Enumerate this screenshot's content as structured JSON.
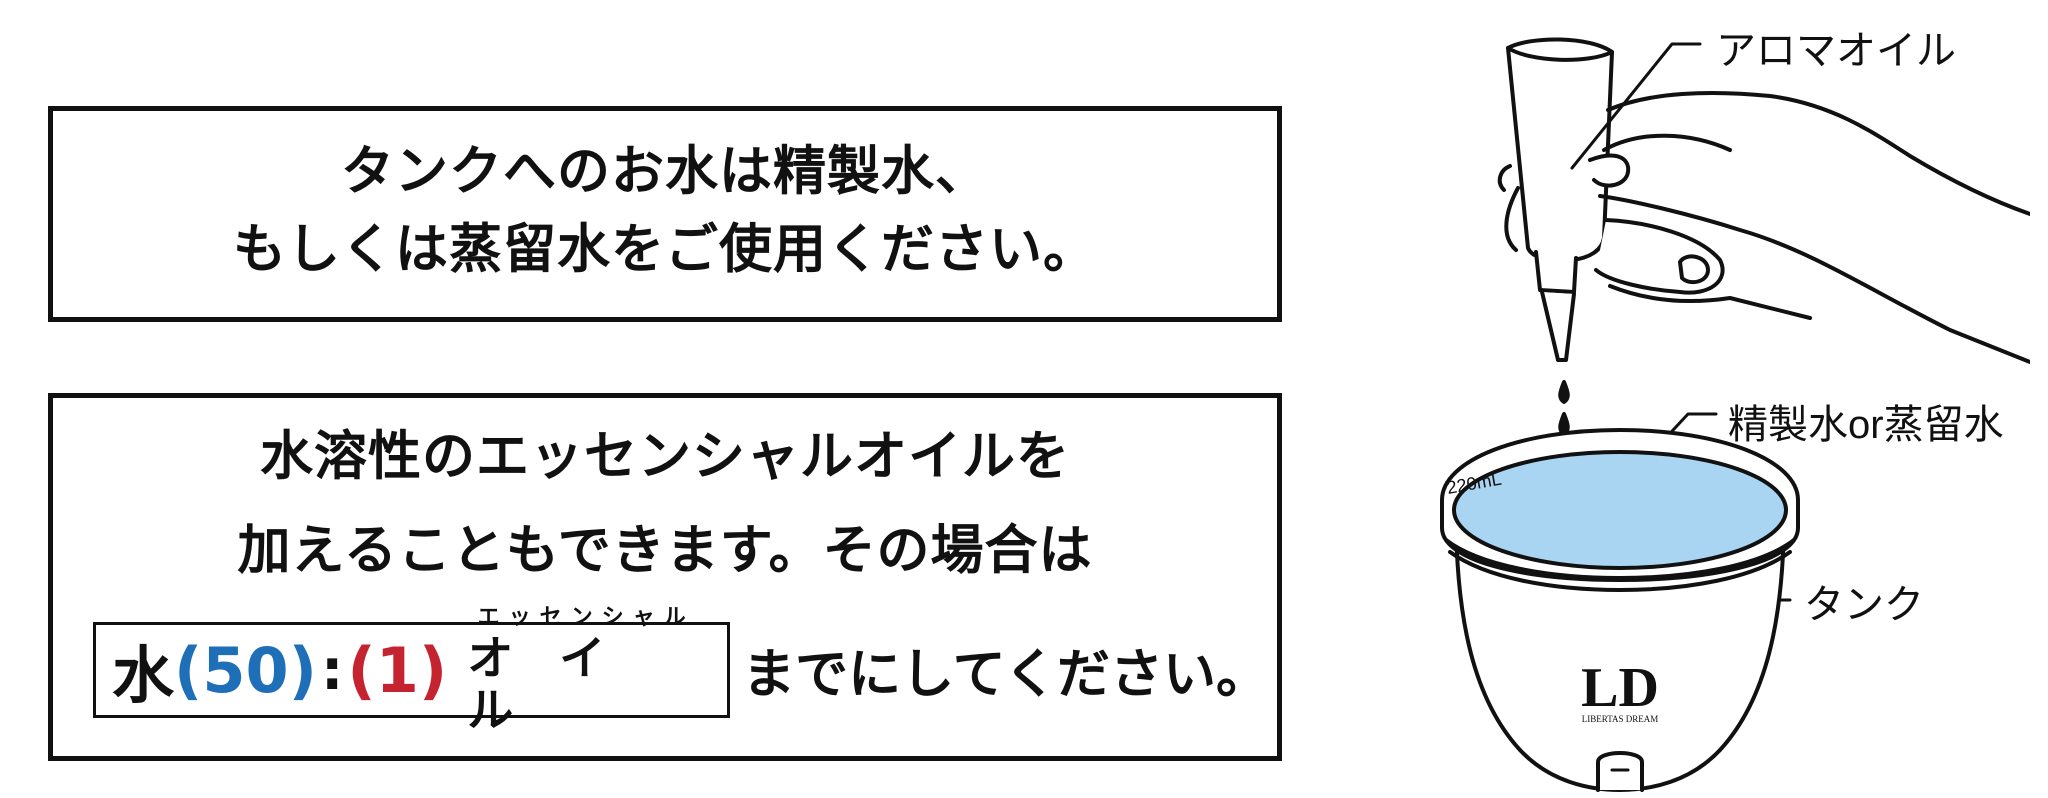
{
  "notice1": {
    "line1": "タンクへのお水は精製水、",
    "line2": "もしくは蒸留水をご使用ください。"
  },
  "notice2": {
    "line1": "水溶性のエッセンシャルオイルを",
    "line2": "加えることもできます。その場合は",
    "ratio": {
      "water_label": "水",
      "water_ratio": "(50)",
      "colon": ":",
      "oil_ratio": "(1)",
      "oil_small": "エッセンシャル",
      "oil_big": "オイル"
    },
    "suffix": "までにしてください。"
  },
  "illustration": {
    "label_aroma_oil": "アロマオイル",
    "label_water": "精製水or蒸留水",
    "label_tank": "タンク",
    "tank_mark": "220mL",
    "logo_text": "LD",
    "logo_sub": "LIBERTAS DREAM",
    "water_color": "#a9d4f2",
    "blue_color": "#1f6fb8",
    "red_color": "#c4232f"
  }
}
